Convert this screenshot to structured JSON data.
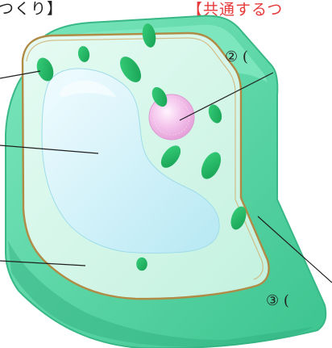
{
  "labels": {
    "title_left": "つくり】",
    "title_right": "【共通するつ",
    "label_2": "② (",
    "label_3": "③ ("
  },
  "colors": {
    "outer_wall": "#5ed8a9",
    "inner_cytoplasm": "#cff6e8",
    "vacuole": "#c8eff7",
    "chloroplast": "#22b862",
    "nucleus": "#f2b7e6",
    "membrane_line": "#b08b45",
    "title_left": "#222222",
    "title_right": "#e63a3a",
    "leader_line": "#202020",
    "label_text": "#222222"
  }
}
